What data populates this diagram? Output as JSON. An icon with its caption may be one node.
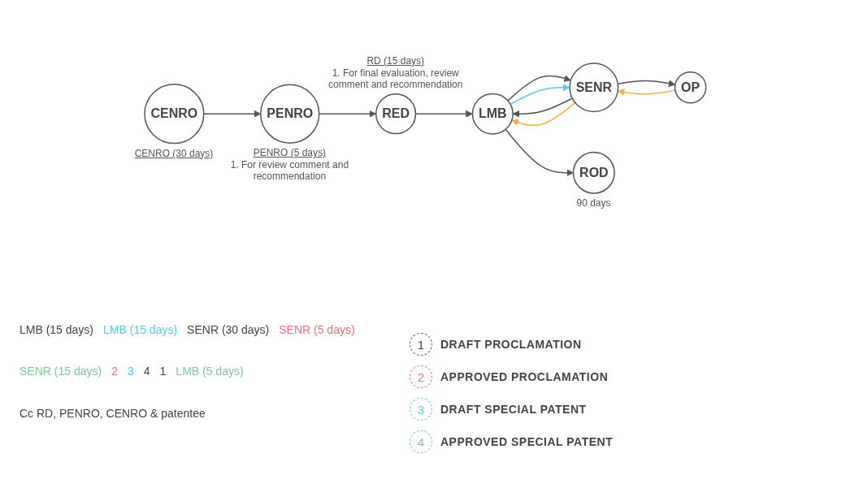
{
  "diagram": {
    "nodes": [
      {
        "text": [
          "RED"
        ],
        "beside": [
          "RD (15 days)",
          "1. For final evaluation, review comment and recommendation"
        ]
      },
      {
        "text": [
          "LMB"
        ]
      },
      {
        "text": [
          "SENR"
        ]
      },
      {
        "text": [
          "OP"
        ]
      },
      {
        "text": [
          "PENRO"
        ],
        "beside": [
          "PENRO (5 days)",
          "1. For review comment and recommendation"
        ]
      },
      {
        "text": [
          "CENRO"
        ],
        "beside": [
          "CENRO (30 days)"
        ]
      },
      {
        "text": [
          "ROD"
        ],
        "beside": [
          "90 days"
        ]
      }
    ],
    "edges": [
      {
        "from": 5,
        "to": 4,
        "arrow": "to"
      },
      {
        "from": 4,
        "to": 0,
        "arrow": "to"
      },
      {
        "from": 0,
        "to": 1,
        "arrow": "to"
      },
      {
        "from": 1,
        "to": 2,
        "arrow": "to"
      },
      {
        "from": 1,
        "to": 2,
        "arrow": "to",
        "color": "#5bc8e8"
      },
      {
        "from": 2,
        "to": 1,
        "arrow": "to"
      },
      {
        "from": 2,
        "to": 1,
        "arrow": "to",
        "color": "#f5b041"
      },
      {
        "from": 3,
        "to": 2,
        "arrow": "to",
        "color": "#f5b041"
      },
      {
        "from": 2,
        "to": 3,
        "arrow": "to"
      },
      {
        "from": 1,
        "to": 6,
        "arrow": "to"
      }
    ],
    "labels": [
      "LMB (15 days)",
      "LMB (15 days)",
      "SENR (30 days)",
      "SENR (5 days)",
      "SENR (15 days)",
      "2",
      "3",
      "4",
      "1",
      "LMB (5 days)",
      "Cc RD, PENRO, CENRO & patentee",
      "1",
      "2",
      "3",
      "4"
    ],
    "legend": [
      {
        "text": "DRAFT PROCLAMATION"
      },
      {
        "text": "APPROVED PROCLAMATION"
      },
      {
        "text": "DRAFT SPECIAL PATENT"
      },
      {
        "text": "APPROVED SPECIAL PATENT"
      }
    ]
  }
}
